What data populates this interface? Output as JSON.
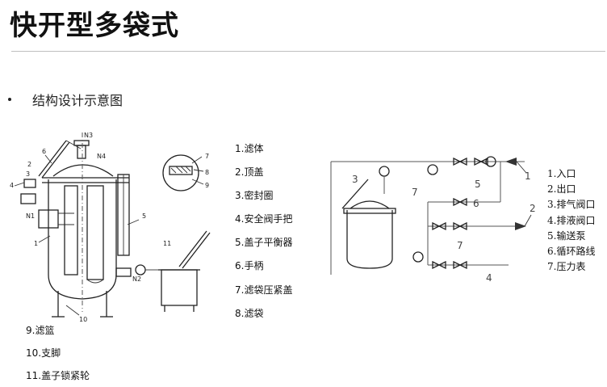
{
  "page": {
    "title": "快开型多袋式",
    "subtitle": "结构设计示意图"
  },
  "parts_legend": [
    "1.滤体",
    "2.顶盖",
    "3.密封圈",
    "4.安全阀手把",
    "5.盖子平衡器",
    "6.手柄",
    "7.滤袋压紧盖",
    "8.滤袋"
  ],
  "parts_legend_more": [
    "9.滤篮",
    "10.支脚",
    "11.盖子锁紧轮"
  ],
  "flow_legend": [
    "1.入口",
    "2.出口",
    "3.排气阀口",
    "4.排液阀口",
    "5.输送泵",
    "6.循环路线",
    "7.压力表"
  ],
  "diagram_labels": {
    "main_callouts": [
      "1",
      "2",
      "3",
      "4",
      "5",
      "6",
      "10"
    ],
    "detail_callouts": [
      "7",
      "8",
      "9"
    ],
    "small_callout": "11",
    "nozzles": [
      "N1",
      "N2",
      "N3",
      "N4"
    ],
    "flow_callouts": [
      "1",
      "2",
      "3",
      "4",
      "5",
      "6",
      "7",
      "7"
    ]
  }
}
